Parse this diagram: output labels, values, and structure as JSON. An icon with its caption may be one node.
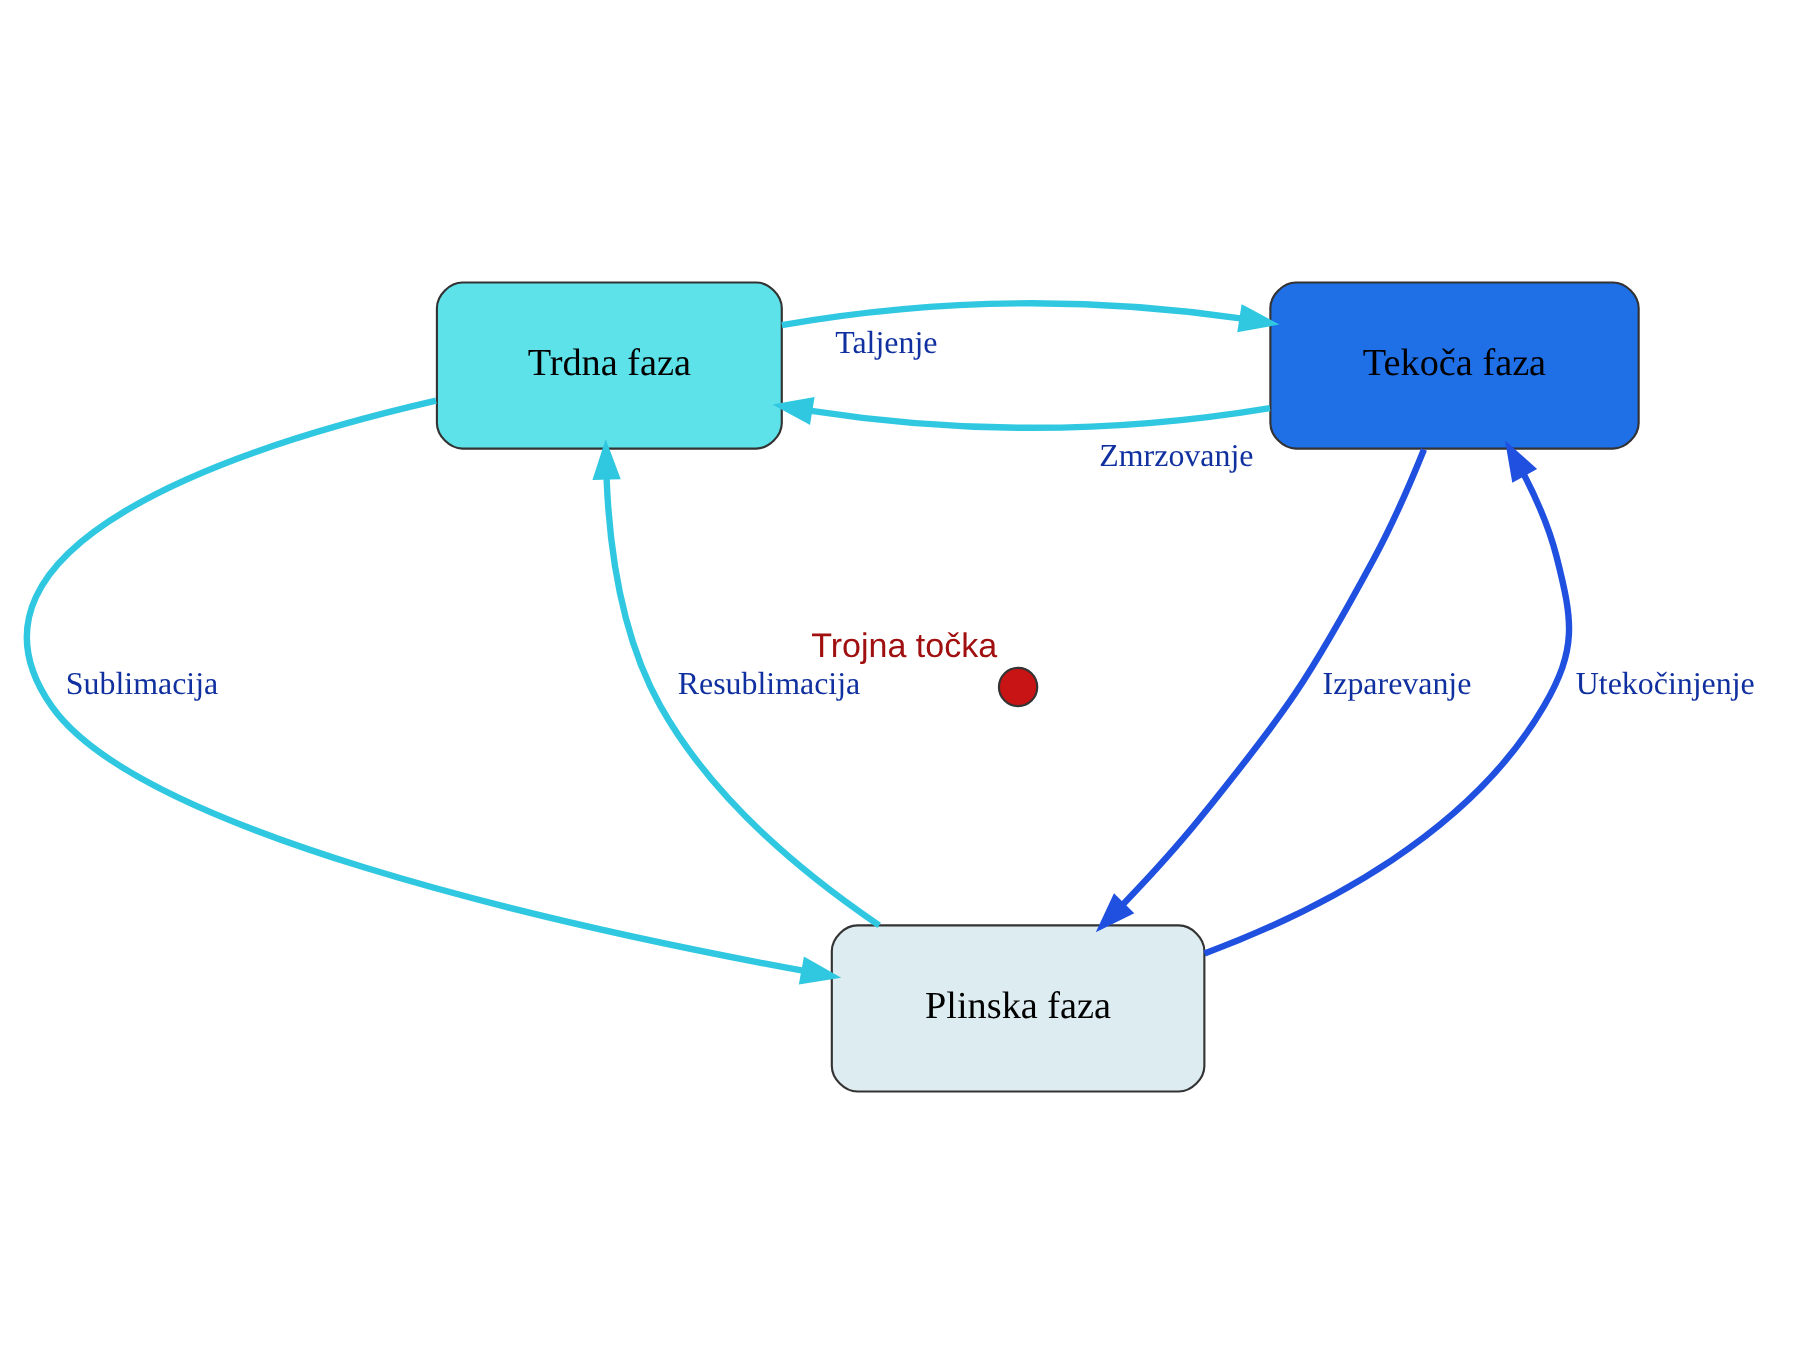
{
  "diagram": {
    "nodes": [
      {
        "text": [
          "Trdna faza"
        ]
      },
      {
        "text": [
          "Tekoča faza"
        ]
      },
      {
        "text": [
          "Plinska faza"
        ]
      },
      {
        "text": [],
        "shape": "circle",
        "beside": [
          "Trojna točka"
        ]
      }
    ],
    "edges": [
      {
        "from": 1,
        "to": 0,
        "arrow": "to",
        "label": "Zmrzovanje"
      },
      {
        "from": 0,
        "to": 1,
        "arrow": "to",
        "label": "Taljenje"
      },
      {
        "from": 0,
        "to": 2,
        "arrow": "to",
        "label": "Sublimacija"
      },
      {
        "from": 2,
        "to": 0,
        "arrow": "to",
        "label": "Resublimacija"
      },
      {
        "from": 1,
        "to": 2,
        "arrow": "to",
        "label": "Izparevanje",
        "color": "#2050e0"
      },
      {
        "from": 2,
        "to": 1,
        "arrow": "to",
        "label": "Utekočinjenje",
        "color": "#2050e0"
      }
    ]
  }
}
